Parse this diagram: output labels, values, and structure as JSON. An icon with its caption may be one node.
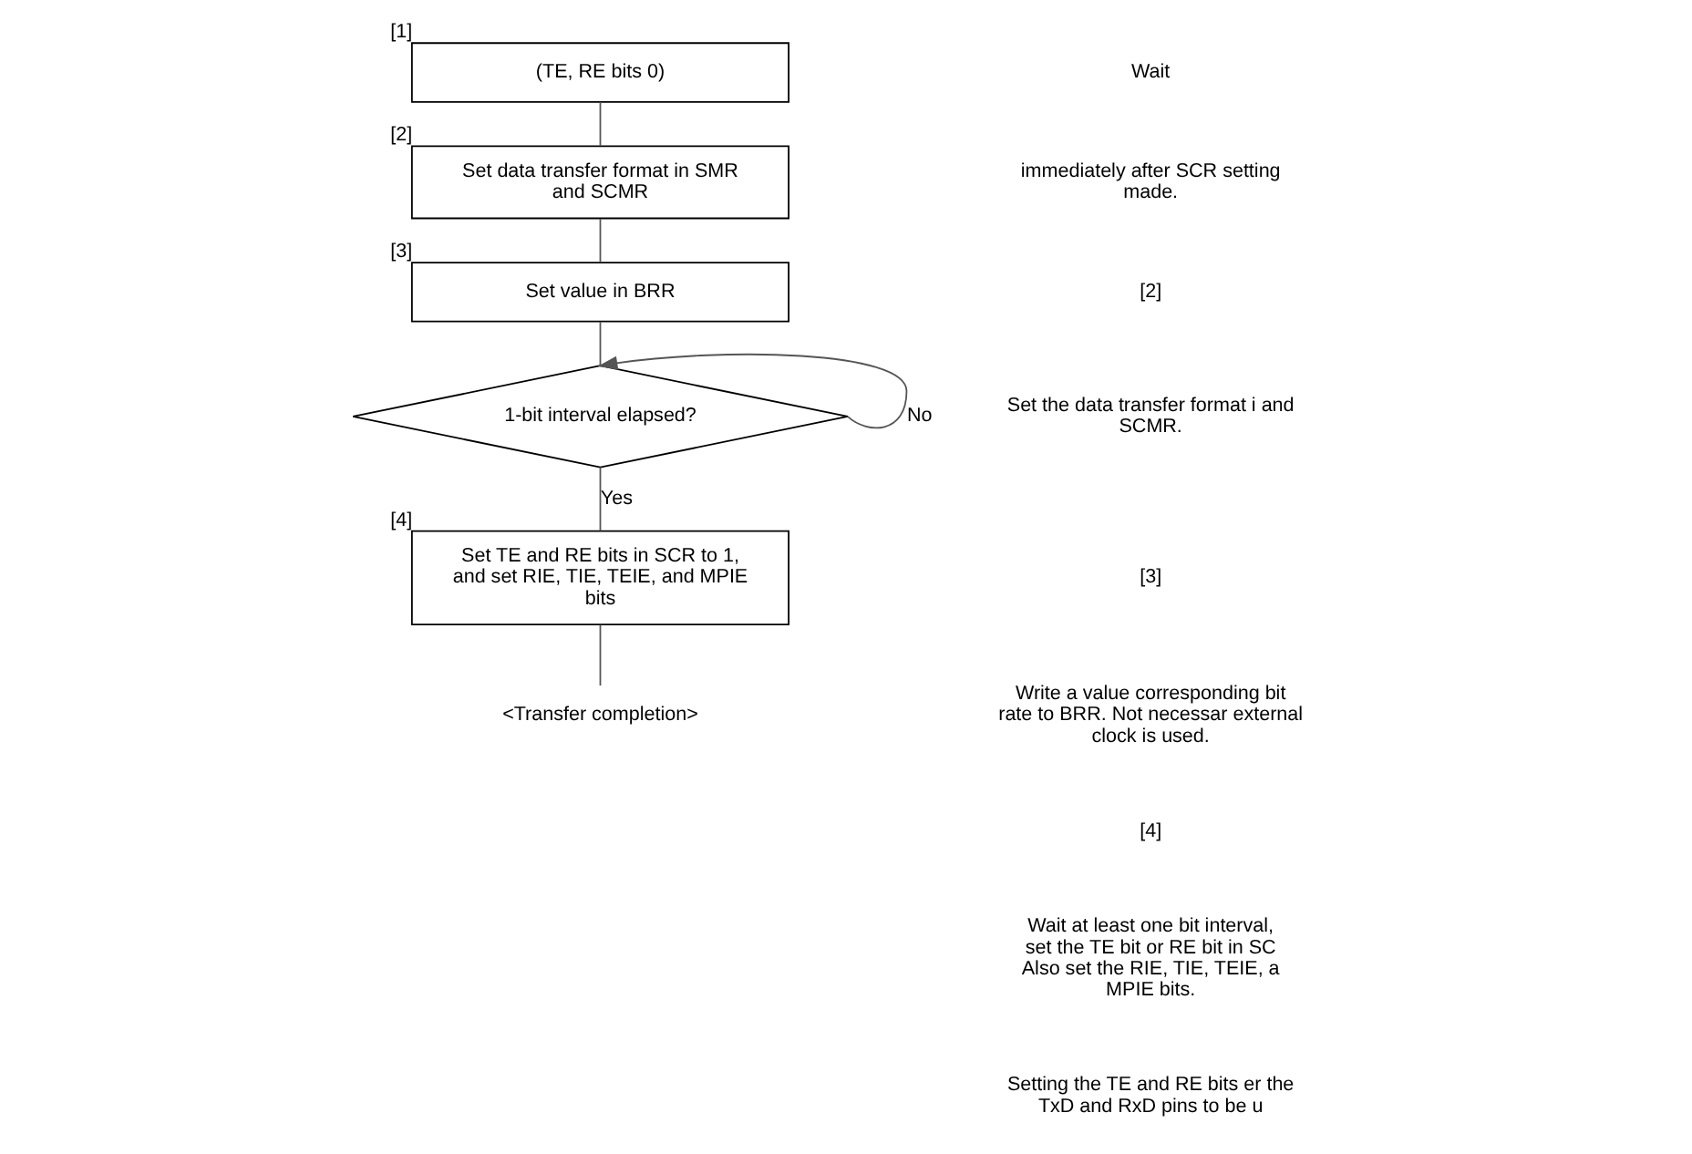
{
  "diagram": {
    "nodes": [
      {
        "text": [
          "(TE, RE bits 0)"
        ],
        "beside": [
          "[1]"
        ]
      },
      {
        "text": [
          "Set data transfer format in SMR and SCMR"
        ],
        "beside": [
          "[2]"
        ]
      },
      {
        "text": [
          "Set value in BRR"
        ],
        "beside": [
          "[3]"
        ]
      },
      {
        "text": [
          "1-bit interval elapsed?"
        ]
      },
      {
        "text": [
          "Set TE and RE bits in SCR to 1, and set RIE, TIE, TEIE, and MPIE bits"
        ],
        "beside": [
          "[4]"
        ]
      },
      {
        "text": [
          "<Transfer completion>"
        ]
      }
    ],
    "edges": [
      {
        "from": 0,
        "to": 1,
        "arrow": "none"
      },
      {
        "from": 1,
        "to": 2,
        "arrow": "none"
      },
      {
        "from": 2,
        "to": 3,
        "arrow": "none"
      },
      {
        "from": 3,
        "to": 3,
        "arrow": "to",
        "label": "No"
      },
      {
        "from": 3,
        "to": 4,
        "arrow": "none",
        "label": "Yes"
      },
      {
        "from": 4,
        "to": 5,
        "arrow": "none"
      }
    ],
    "labels": [
      "Wait",
      "immediately after SCR setting made.",
      "[2]",
      "Set the data transfer format i and SCMR.",
      "[3]",
      "Write a value corresponding bit rate to BRR. Not necessar external clock is used.",
      "[4]",
      "Wait at least one bit interval, set the TE bit or RE bit in SC Also set the RIE, TIE, TEIE, a MPIE bits.",
      "Setting the TE and RE bits er the TxD and RxD pins to be u"
    ]
  }
}
